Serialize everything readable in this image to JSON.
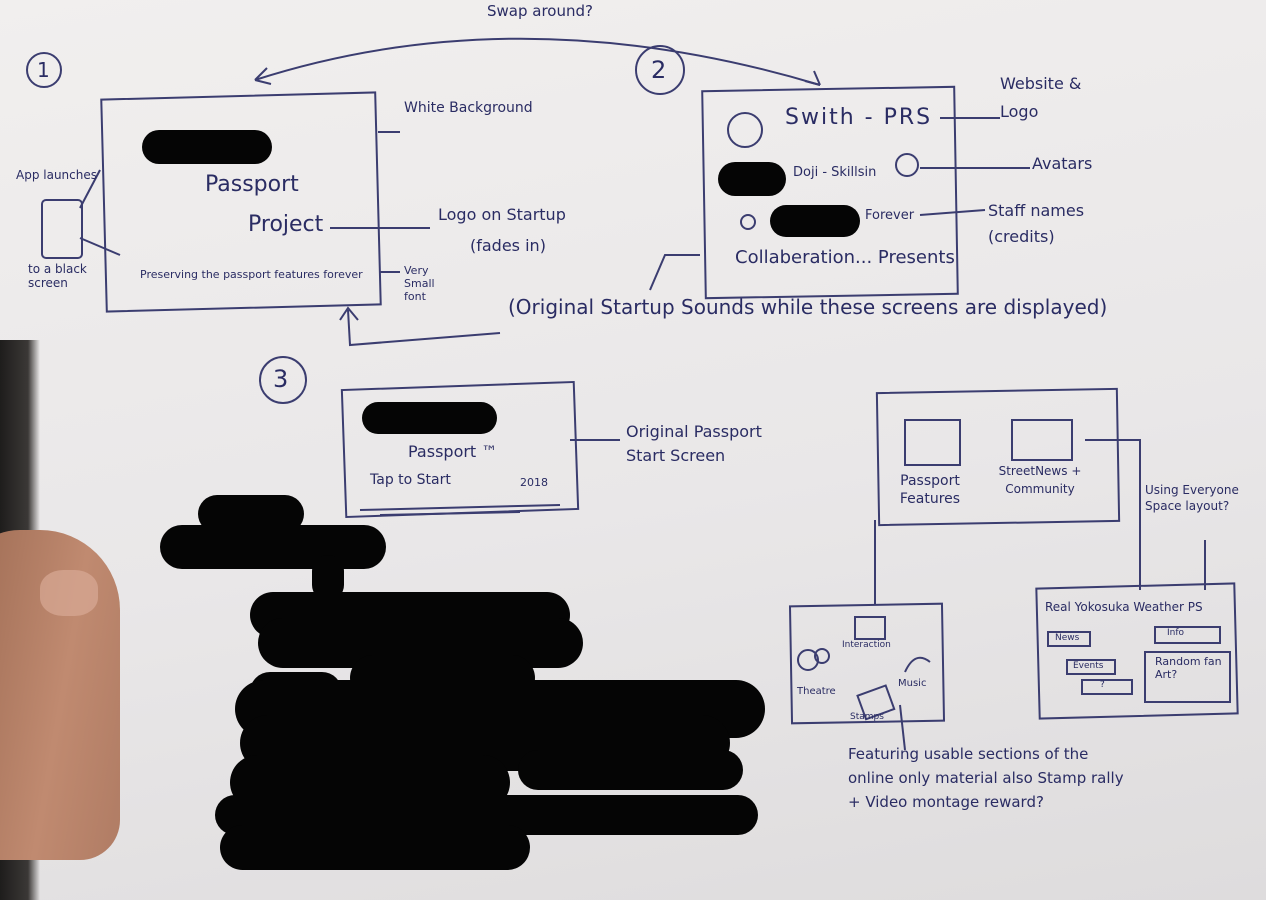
{
  "top_note": "Swap around?",
  "step_numbers": [
    "1",
    "2",
    "3"
  ],
  "screen1": {
    "title_line1": "Passport",
    "title_line2": "Project",
    "footer": "Preserving the passport features forever",
    "note_bg": "White Background",
    "note_logo": "Logo on Startup",
    "note_fades": "(fades in)",
    "note_font": "Very Small font",
    "note_app": "App launches",
    "note_app2": "to a black screen"
  },
  "screen2": {
    "line1": "Swith - PRS",
    "line2": "Doji - Skillsin",
    "line3": "Forever",
    "line4": "Collaberation... Presents",
    "note_web": "Website & Logo",
    "note_avatars": "Avatars",
    "note_staff": "Staff names (credits)"
  },
  "sounds_note": "(Original Startup Sounds while these screens are displayed)",
  "screen3": {
    "title": "Passport ™",
    "tap": "Tap to Start",
    "year": "2018",
    "note": "Original Passport Start Screen"
  },
  "menu_screen": {
    "item1": "Passport Features",
    "item2": "StreetNews + Community"
  },
  "features_screen": {
    "top": "Interaction",
    "theatre": "Theatre",
    "music": "Music",
    "label": "Stamps"
  },
  "community_screen": {
    "title": "Real Yokosuka Weather PS",
    "btn1": "News",
    "btn2": "Info",
    "btn3": "Events",
    "btn4": "?",
    "right": "Random fan Art?",
    "note": "Using Everyone Space layout?"
  },
  "bottom_note": "Featuring usable sections of the online only material also Stamp rally + Video montage reward?"
}
